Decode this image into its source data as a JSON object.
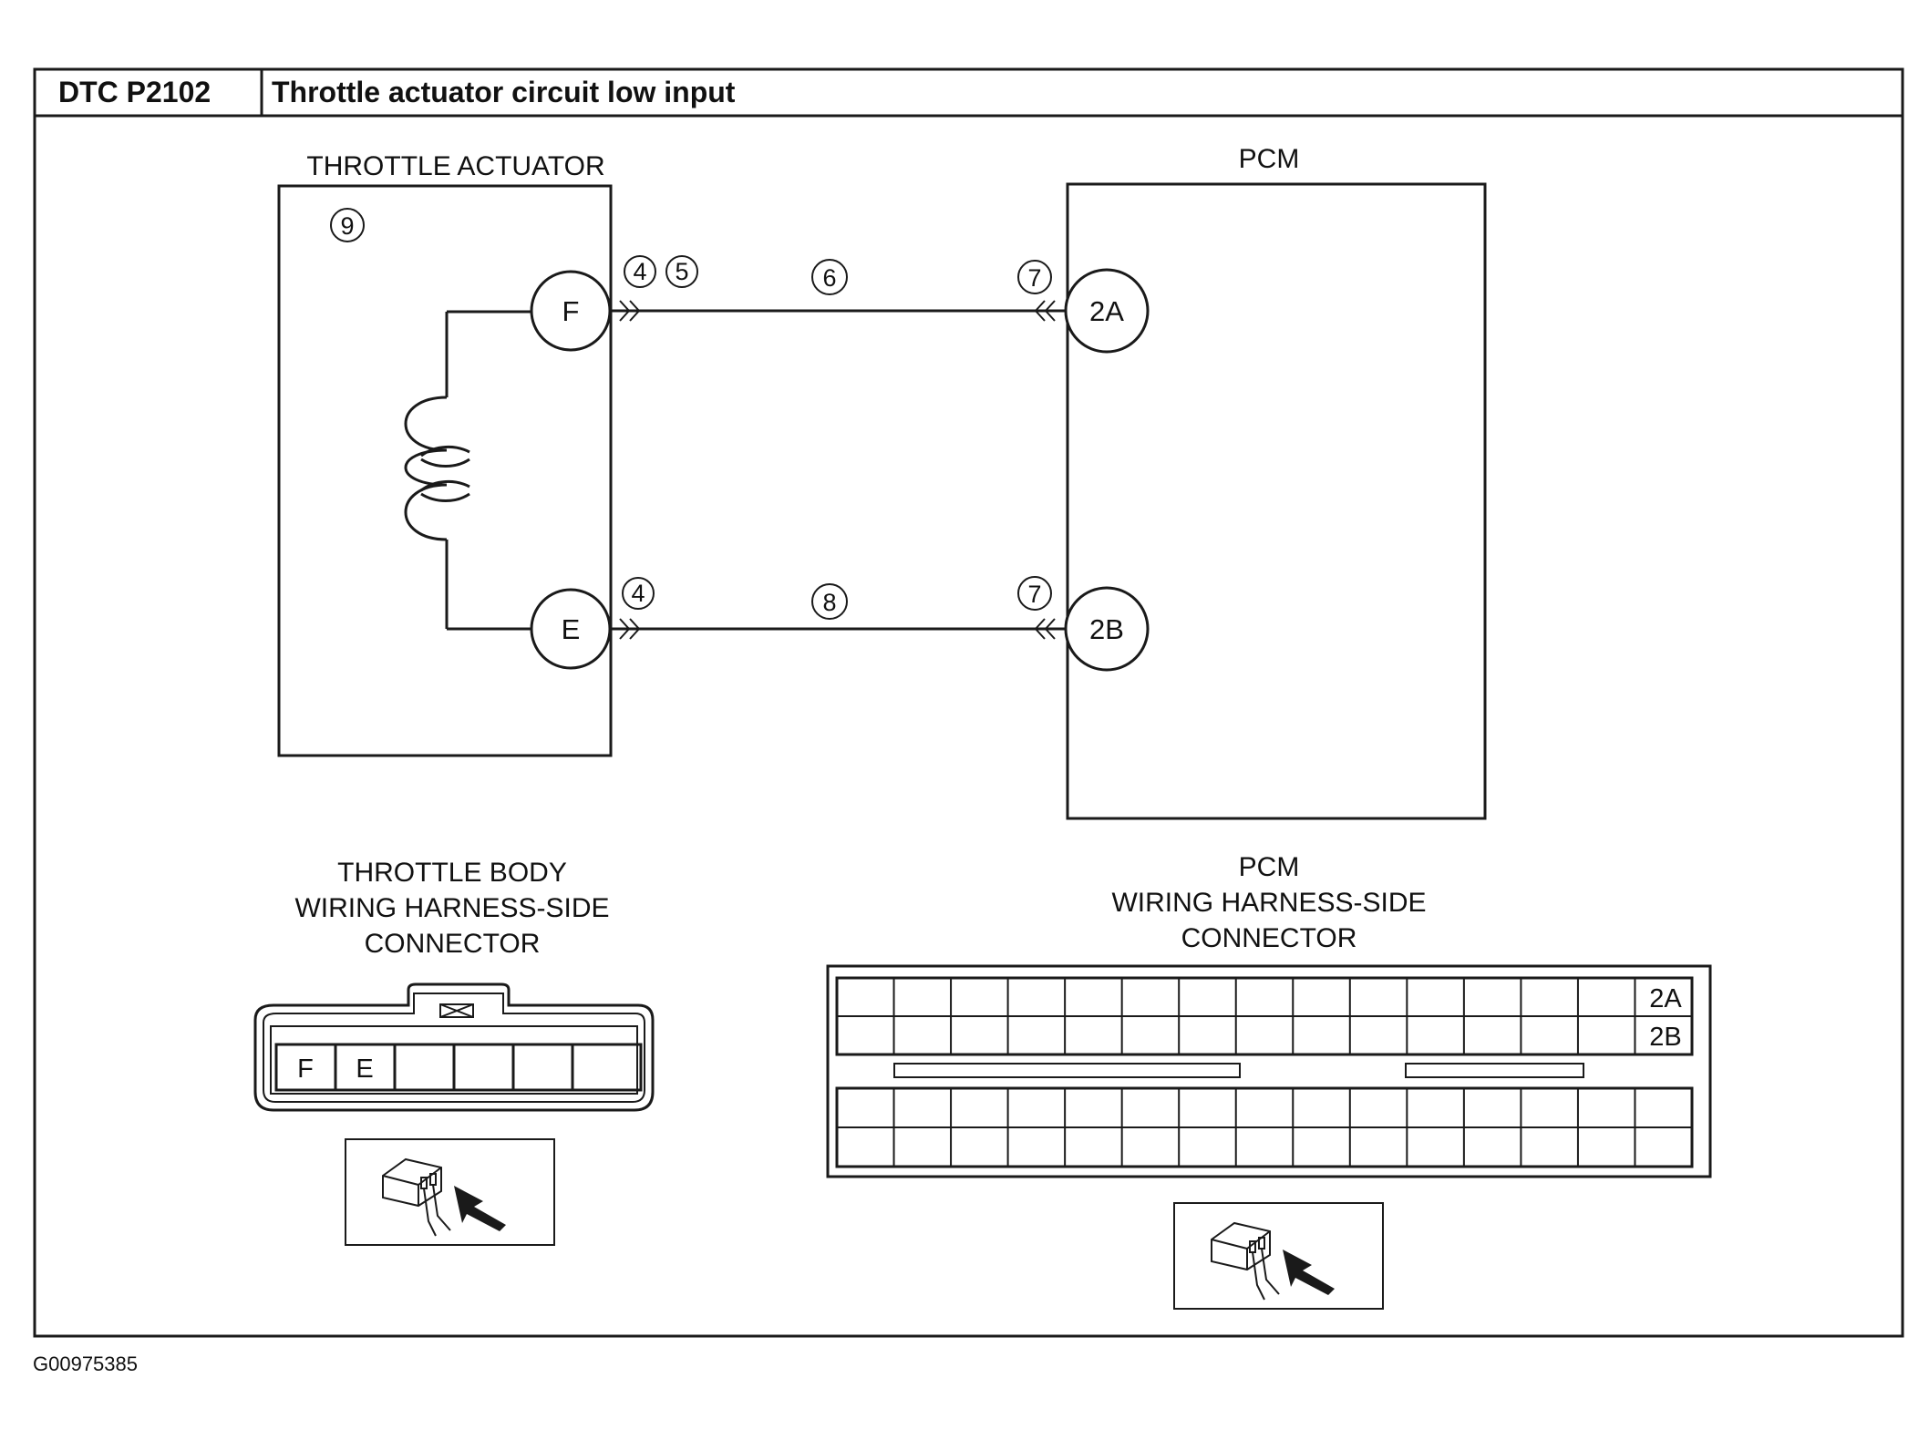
{
  "header": {
    "code": "DTC P2102",
    "title": "Throttle actuator circuit low input"
  },
  "components": {
    "throttle_actuator": {
      "title": "THROTTLE ACTUATOR",
      "callout": "9",
      "pins": [
        "F",
        "E"
      ]
    },
    "pcm": {
      "title": "PCM",
      "pins": [
        "2A",
        "2B"
      ]
    }
  },
  "wires": [
    {
      "from": "F",
      "to": "2A",
      "callouts_start": [
        "4",
        "5"
      ],
      "callout_mid": "6",
      "callout_end": "7"
    },
    {
      "from": "E",
      "to": "2B",
      "callouts_start": [
        "4"
      ],
      "callout_mid": "8",
      "callout_end": "7"
    }
  ],
  "connectors": {
    "throttle_body": {
      "title_lines": [
        "THROTTLE BODY",
        "WIRING HARNESS-SIDE",
        "CONNECTOR"
      ],
      "terminals": [
        "F",
        "E",
        "",
        "",
        "",
        ""
      ]
    },
    "pcm": {
      "title_lines": [
        "PCM",
        "WIRING HARNESS-SIDE",
        "CONNECTOR"
      ],
      "row_labels": [
        "2A",
        "2B"
      ]
    }
  },
  "figure_id": "G00975385",
  "colors": {
    "ink": "#1a1a1a",
    "paper": "#ffffff"
  }
}
